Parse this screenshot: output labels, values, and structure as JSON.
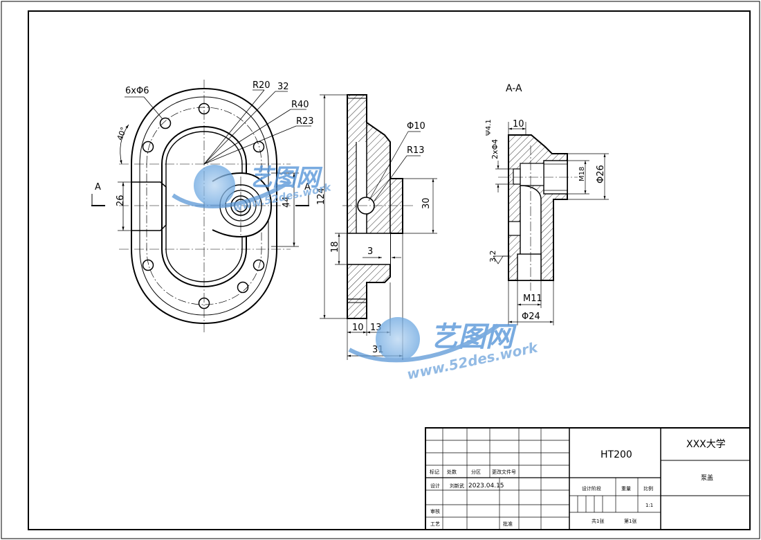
{
  "drawing": {
    "section_label": "A-A",
    "cut_marker": "A",
    "front_view_dims": {
      "holes": "6xΦ6",
      "angle": "40°",
      "r20": "R20",
      "d32": "32",
      "r40": "R40",
      "r23": "R23",
      "d26": "26",
      "d44": "44"
    },
    "side_view_dims": {
      "phi10": "Φ10",
      "r13": "R13",
      "h124": "124",
      "h30": "30",
      "h18": "18",
      "d3": "3",
      "w10": "10",
      "w13": "13",
      "w31": "31"
    },
    "section_dims": {
      "w10": "10",
      "holes": "2xΦ4",
      "hole_depth": "Ψ4.1",
      "m18": "M18",
      "phi26": "Φ26",
      "rough": "3.2",
      "m11": "M11",
      "phi24": "Φ24"
    }
  },
  "watermark": {
    "brand": "艺图网",
    "url": "www.52des.work"
  },
  "title_block": {
    "material": "HT200",
    "school": "XXX大学",
    "part_name": "泵盖",
    "rev_headers": [
      "标记",
      "处数",
      "分区",
      "更改文件号"
    ],
    "design_label": "设计",
    "designer": "刘新武",
    "date": "2023.04.15",
    "review_label": "审核",
    "process_label": "工艺",
    "approve_label": "批准",
    "stage_label": "设计阶段",
    "weight_label": "重量",
    "scale_label": "比例",
    "scale_value": "1:1",
    "total_sheets": "共1张",
    "sheet_no": "第1张"
  }
}
